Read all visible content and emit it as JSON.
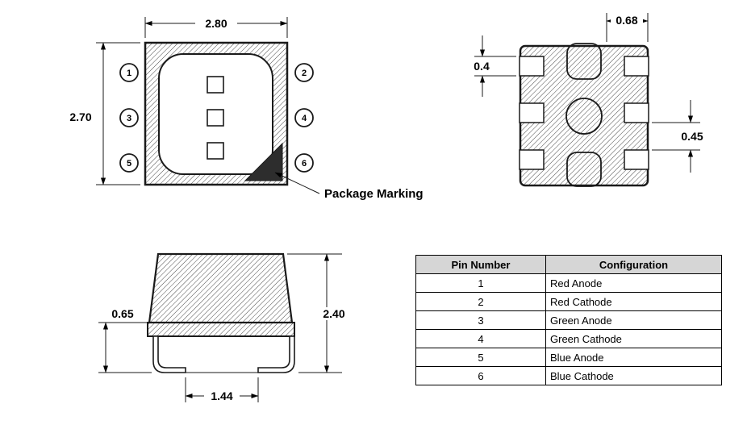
{
  "meta": {
    "drawing_line_color": "#1a1a1a",
    "marking_triangle_color": "#2d2d2d",
    "table_header_bg": "#d6d6d6"
  },
  "top_view": {
    "dim_width": "2.80",
    "dim_height": "2.70",
    "package_marking_label": "Package Marking",
    "pins_left": [
      "1",
      "3",
      "5"
    ],
    "pins_right": [
      "2",
      "4",
      "6"
    ]
  },
  "bottom_view": {
    "dim_top": "0.68",
    "dim_left": "0.4",
    "dim_right": "0.45"
  },
  "side_view": {
    "dim_left": "0.65",
    "dim_right": "2.40",
    "dim_bottom": "1.44"
  },
  "pin_table": {
    "headers": [
      "Pin Number",
      "Configuration"
    ],
    "rows": [
      {
        "pin": "1",
        "config": "Red Anode"
      },
      {
        "pin": "2",
        "config": "Red Cathode"
      },
      {
        "pin": "3",
        "config": "Green Anode"
      },
      {
        "pin": "4",
        "config": "Green Cathode"
      },
      {
        "pin": "5",
        "config": "Blue Anode"
      },
      {
        "pin": "6",
        "config": "Blue Cathode"
      }
    ]
  }
}
